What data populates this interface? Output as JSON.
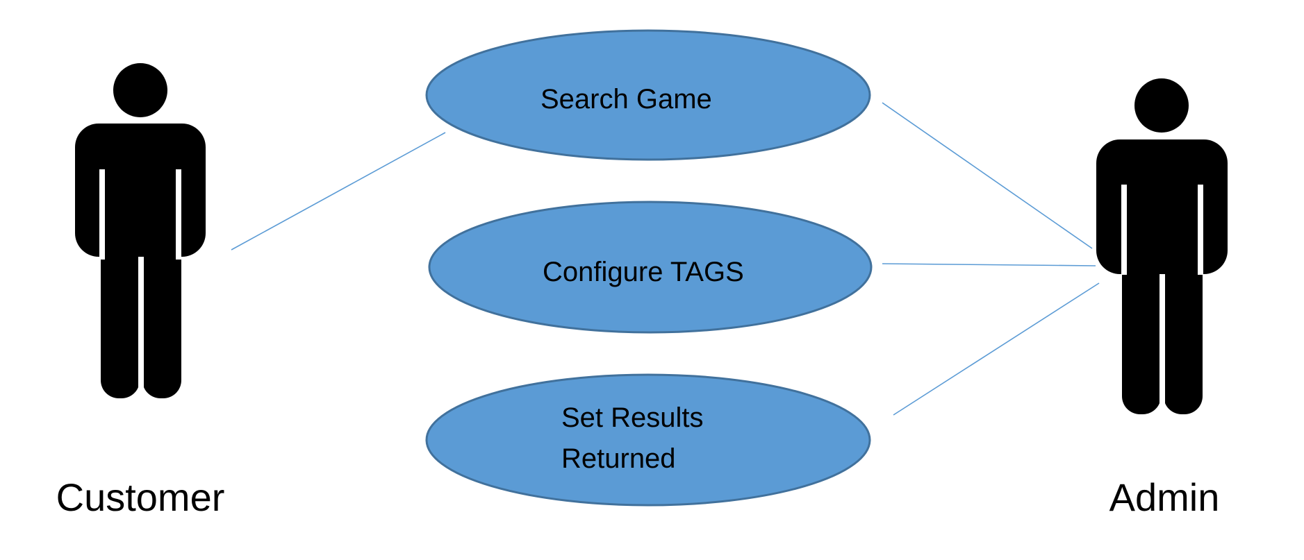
{
  "actors": {
    "customer": {
      "name": "Customer"
    },
    "admin": {
      "name": "Admin"
    }
  },
  "use_cases": [
    {
      "label_lines": [
        "Search Game"
      ]
    },
    {
      "label_lines": [
        "Configure TAGS"
      ]
    },
    {
      "label_lines": [
        "Set Results",
        "Returned"
      ]
    }
  ],
  "associations": [
    {
      "from": "Customer",
      "to": "Search Game"
    },
    {
      "from": "Admin",
      "to": "Search Game"
    },
    {
      "from": "Admin",
      "to": "Configure TAGS"
    },
    {
      "from": "Admin",
      "to": "Set Results Returned"
    }
  ],
  "colors": {
    "use_case_fill": "#5b9bd5",
    "use_case_stroke": "#41719c",
    "association_line": "#5b9bd5",
    "actor": "#000000"
  }
}
